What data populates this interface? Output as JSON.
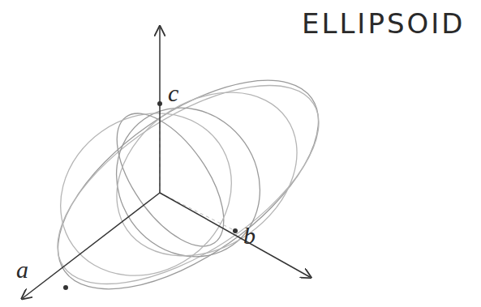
{
  "diagram": {
    "title": "ELLIPSOID",
    "labels": [
      "c",
      "b",
      "a"
    ]
  }
}
